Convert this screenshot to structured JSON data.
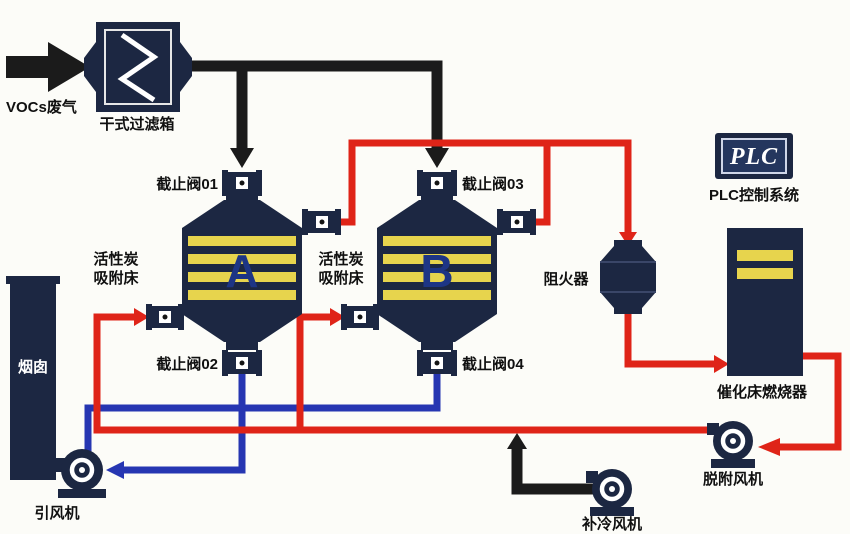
{
  "diagram": {
    "colors": {
      "component_navy": "#1c2742",
      "stripe_yellow": "#e7d44d",
      "pipe_black": "#1b1b1b",
      "pipe_red": "#df2418",
      "pipe_blue": "#2636b2",
      "bed_letter_blue": "#1d3585",
      "background": "#fcfcf8"
    },
    "inlet": {
      "label": "VOCs废气"
    },
    "equipment": {
      "dry_filter": "干式过滤箱",
      "valve_01": "截止阀01",
      "valve_02": "截止阀02",
      "valve_03": "截止阀03",
      "valve_04": "截止阀04",
      "flame_arrester": "阻火器",
      "plc_badge": "PLC",
      "plc_system": "PLC控制系统",
      "catalytic_burner": "催化床燃烧器",
      "chimney": "烟囱",
      "induced_draft_fan": "引风机",
      "cooling_fan": "补冷风机",
      "desorption_fan": "脱附风机"
    },
    "beds": [
      {
        "letter": "A",
        "label_line1": "活性炭",
        "label_line2": "吸附床"
      },
      {
        "letter": "B",
        "label_line1": "活性炭",
        "label_line2": "吸附床"
      }
    ]
  }
}
